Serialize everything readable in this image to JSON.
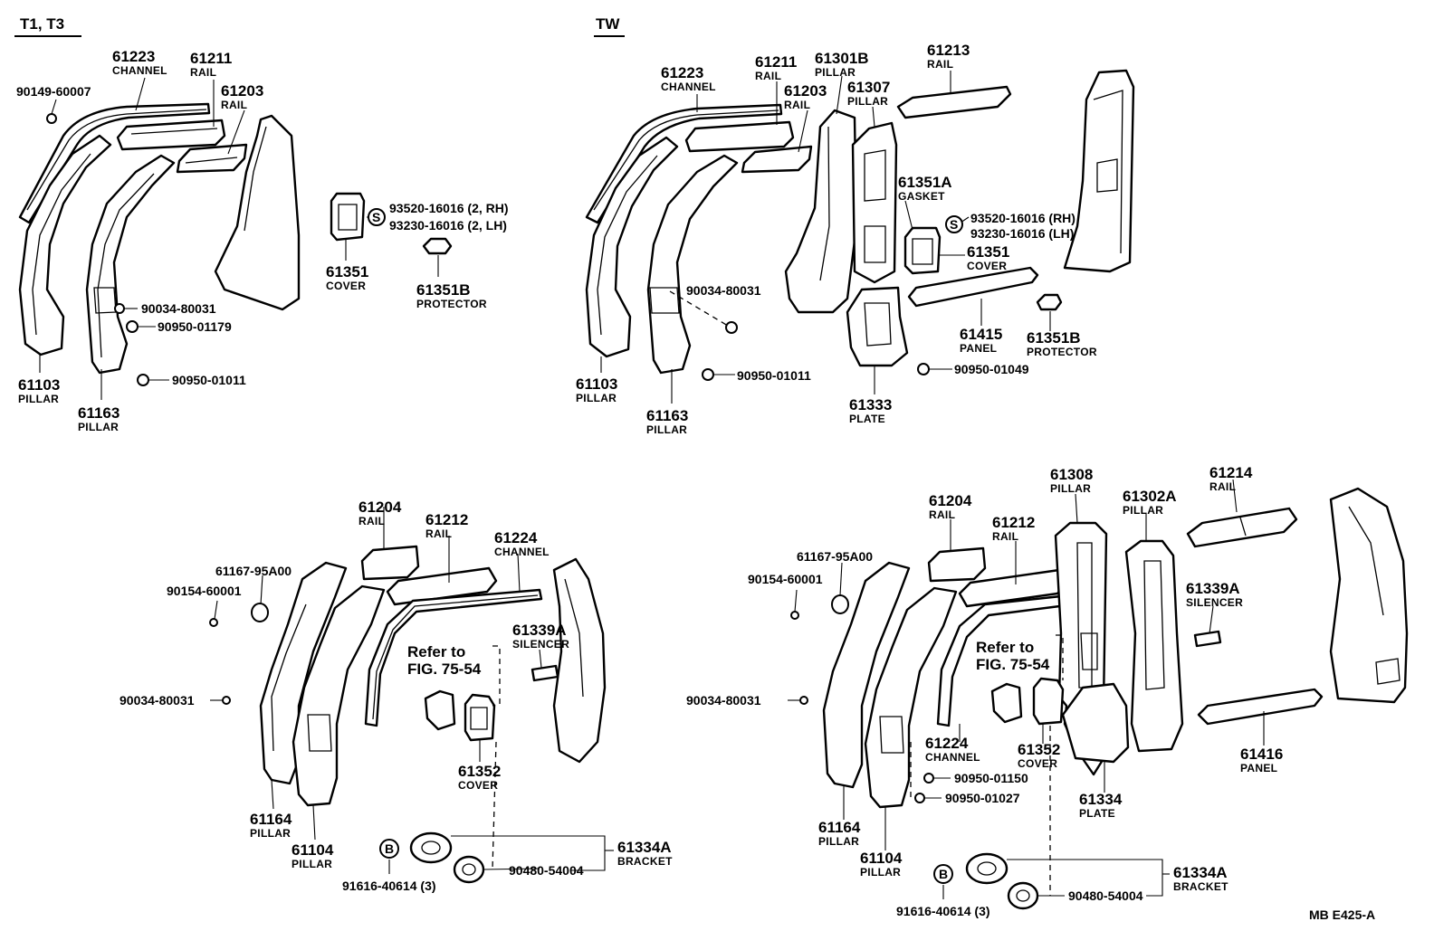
{
  "headers": {
    "t1t3": "T1, T3",
    "tw": "TW"
  },
  "callouts": [
    {
      "id": "c1",
      "number": "61223",
      "name": "CHANNEL"
    },
    {
      "id": "c2",
      "number": "61211",
      "name": "RAIL"
    },
    {
      "id": "c3",
      "number": "61203",
      "name": "RAIL"
    },
    {
      "id": "c4",
      "number": "90149-60007",
      "name": ""
    },
    {
      "id": "c5",
      "number": "61351",
      "name": "COVER"
    },
    {
      "id": "c6",
      "number": "93520-16016 (2, RH)",
      "name": ""
    },
    {
      "id": "c7",
      "number": "93230-16016 (2, LH)",
      "name": ""
    },
    {
      "id": "c8",
      "number": "61351B",
      "name": "PROTECTOR"
    },
    {
      "id": "c9",
      "number": "90034-80031",
      "name": ""
    },
    {
      "id": "c10",
      "number": "90950-01179",
      "name": ""
    },
    {
      "id": "c11",
      "number": "90950-01011",
      "name": ""
    },
    {
      "id": "c12",
      "number": "61103",
      "name": "PILLAR"
    },
    {
      "id": "c13",
      "number": "61163",
      "name": "PILLAR"
    },
    {
      "id": "c14",
      "number": "61223",
      "name": "CHANNEL"
    },
    {
      "id": "c15",
      "number": "61211",
      "name": "RAIL"
    },
    {
      "id": "c16",
      "number": "61203",
      "name": "RAIL"
    },
    {
      "id": "c17",
      "number": "61301B",
      "name": "PILLAR"
    },
    {
      "id": "c18",
      "number": "61307",
      "name": "PILLAR"
    },
    {
      "id": "c19",
      "number": "61213",
      "name": "RAIL"
    },
    {
      "id": "c20",
      "number": "61351A",
      "name": "GASKET"
    },
    {
      "id": "c21",
      "number": "93520-16016 (RH)",
      "name": ""
    },
    {
      "id": "c22",
      "number": "93230-16016 (LH)",
      "name": ""
    },
    {
      "id": "c23",
      "number": "61351",
      "name": "COVER"
    },
    {
      "id": "c24",
      "number": "90034-80031",
      "name": ""
    },
    {
      "id": "c25",
      "number": "61415",
      "name": "PANEL"
    },
    {
      "id": "c26",
      "number": "61351B",
      "name": "PROTECTOR"
    },
    {
      "id": "c27",
      "number": "90950-01049",
      "name": ""
    },
    {
      "id": "c28",
      "number": "90950-01011",
      "name": ""
    },
    {
      "id": "c29",
      "number": "61103",
      "name": "PILLAR"
    },
    {
      "id": "c30",
      "number": "61163",
      "name": "PILLAR"
    },
    {
      "id": "c31",
      "number": "61333",
      "name": "PLATE"
    },
    {
      "id": "c32",
      "number": "61204",
      "name": "RAIL"
    },
    {
      "id": "c33",
      "number": "61212",
      "name": "RAIL"
    },
    {
      "id": "c34",
      "number": "61224",
      "name": "CHANNEL"
    },
    {
      "id": "c35",
      "number": "61167-95A00",
      "name": ""
    },
    {
      "id": "c36",
      "number": "90154-60001",
      "name": ""
    },
    {
      "id": "c37",
      "number": "61339A",
      "name": "SILENCER"
    },
    {
      "id": "c38",
      "number": "90034-80031",
      "name": ""
    },
    {
      "id": "c39",
      "number": "61352",
      "name": "COVER"
    },
    {
      "id": "c40",
      "number": "61164",
      "name": "PILLAR"
    },
    {
      "id": "c41",
      "number": "61104",
      "name": "PILLAR"
    },
    {
      "id": "c42",
      "number": "61334A",
      "name": "BRACKET"
    },
    {
      "id": "c43",
      "number": "90480-54004",
      "name": ""
    },
    {
      "id": "c44",
      "number": "91616-40614 (3)",
      "name": ""
    },
    {
      "id": "c45",
      "number": "61204",
      "name": "RAIL"
    },
    {
      "id": "c46",
      "number": "61212",
      "name": "RAIL"
    },
    {
      "id": "c47",
      "number": "61308",
      "name": "PILLAR"
    },
    {
      "id": "c48",
      "number": "61302A",
      "name": "PILLAR"
    },
    {
      "id": "c49",
      "number": "61214",
      "name": "RAIL"
    },
    {
      "id": "c50",
      "number": "61167-95A00",
      "name": ""
    },
    {
      "id": "c51",
      "number": "90154-60001",
      "name": ""
    },
    {
      "id": "c52",
      "number": "61339A",
      "name": "SILENCER"
    },
    {
      "id": "c53",
      "number": "90034-80031",
      "name": ""
    },
    {
      "id": "c54",
      "number": "61224",
      "name": "CHANNEL"
    },
    {
      "id": "c55",
      "number": "61352",
      "name": "COVER"
    },
    {
      "id": "c56",
      "number": "90950-01150",
      "name": ""
    },
    {
      "id": "c57",
      "number": "90950-01027",
      "name": ""
    },
    {
      "id": "c58",
      "number": "61416",
      "name": "PANEL"
    },
    {
      "id": "c59",
      "number": "61334",
      "name": "PLATE"
    },
    {
      "id": "c60",
      "number": "61164",
      "name": "PILLAR"
    },
    {
      "id": "c61",
      "number": "61104",
      "name": "PILLAR"
    },
    {
      "id": "c62",
      "number": "61334A",
      "name": "BRACKET"
    },
    {
      "id": "c63",
      "number": "90480-54004",
      "name": ""
    },
    {
      "id": "c64",
      "number": "91616-40614 (3)",
      "name": ""
    }
  ],
  "refers": [
    {
      "line1": "Refer to",
      "line2": "FIG. 75-54"
    },
    {
      "line1": "Refer to",
      "line2": "FIG. 75-54"
    }
  ],
  "symbols": {
    "s": "S",
    "b": "B"
  },
  "footer": "MB  E425-A"
}
